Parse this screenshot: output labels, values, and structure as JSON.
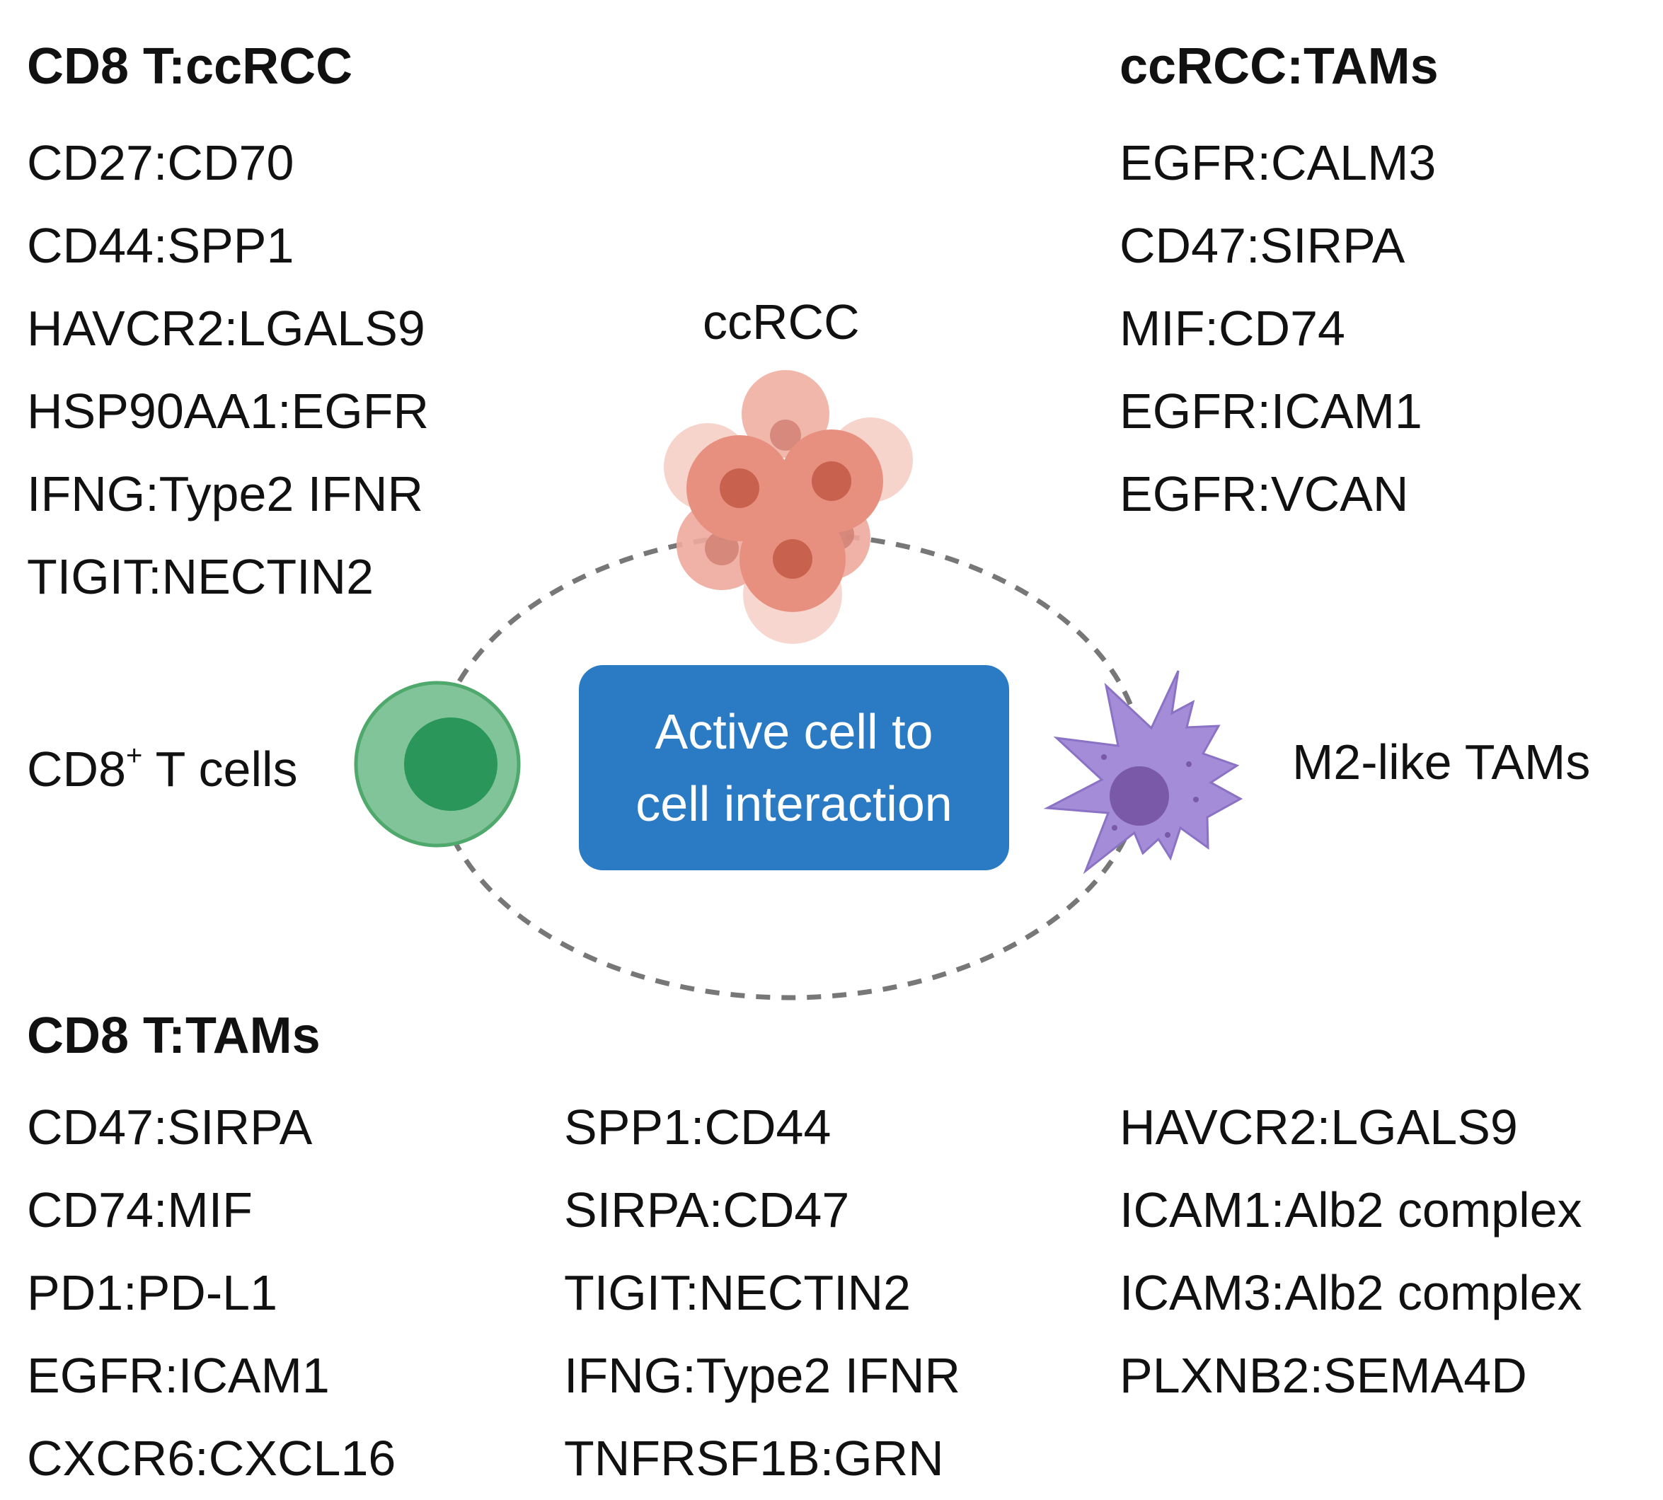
{
  "groups": {
    "cd8_ccrcc": {
      "title": "CD8 T:ccRCC",
      "items": [
        "CD27:CD70",
        "CD44:SPP1",
        "HAVCR2:LGALS9",
        "HSP90AA1:EGFR",
        "IFNG:Type2 IFNR",
        "TIGIT:NECTIN2"
      ]
    },
    "ccrcc_tams": {
      "title": "ccRCC:TAMs",
      "items": [
        "EGFR:CALM3",
        "CD47:SIRPA",
        "MIF:CD74",
        "EGFR:ICAM1",
        "EGFR:VCAN"
      ]
    },
    "cd8_tams": {
      "title": "CD8 T:TAMs",
      "col1": [
        "CD47:SIRPA",
        "CD74:MIF",
        "PD1:PD-L1",
        "EGFR:ICAM1",
        "CXCR6:CXCL16"
      ],
      "col2": [
        "SPP1:CD44",
        "SIRPA:CD47",
        "TIGIT:NECTIN2",
        "IFNG:Type2 IFNR",
        "TNFRSF1B:GRN"
      ],
      "col3": [
        "HAVCR2:LGALS9",
        "ICAM1:Alb2 complex",
        "ICAM3:Alb2 complex",
        "PLXNB2:SEMA4D"
      ]
    }
  },
  "cells": {
    "ccrcc_label": "ccRCC",
    "cd8_label_main": "CD8",
    "cd8_label_sup": "+",
    "cd8_label_rest": " T cells",
    "tam_label": "M2-like TAMs"
  },
  "center": {
    "line1": "Active cell to",
    "line2": "cell interaction"
  },
  "colors": {
    "center_box": "#2b7bc4",
    "tcell_outer": "#82c49a",
    "tcell_nucleus": "#2a9659",
    "tumor": "#e89080",
    "macrophage": "#a48cd8",
    "dashed_ring": "#777777"
  }
}
